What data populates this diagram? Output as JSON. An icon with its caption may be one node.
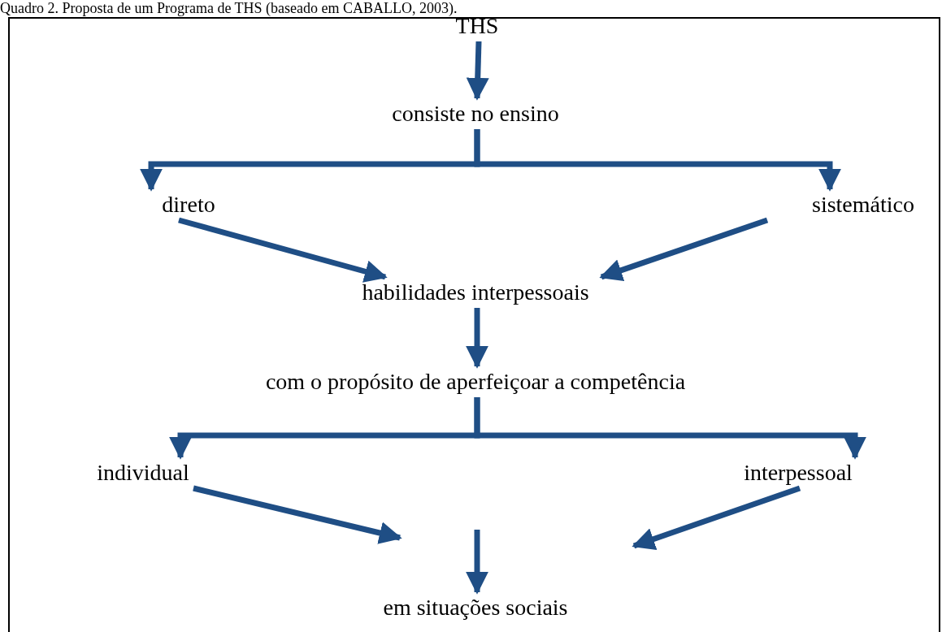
{
  "diagram": {
    "title": "Quadro 2. Proposta de um Programa de THS (baseado em CABALLO, 2003).",
    "nodes": [
      {
        "text": [
          "THS"
        ]
      },
      {
        "text": [
          "consiste no ensino"
        ]
      },
      {
        "text": [
          "direto"
        ]
      },
      {
        "text": [
          "sistemático"
        ]
      },
      {
        "text": [
          "habilidades interpessoais"
        ]
      },
      {
        "text": [
          "com o propósito de aperfeiçoar a competência"
        ]
      },
      {
        "text": [
          "individual"
        ]
      },
      {
        "text": [
          "interpessoal"
        ]
      },
      {
        "text": [
          "em situações sociais"
        ]
      }
    ],
    "edges": [
      {
        "from": 0,
        "to": 1,
        "arrow": "to"
      },
      {
        "from": 1,
        "to": 2,
        "arrow": "to"
      },
      {
        "from": 1,
        "to": 3,
        "arrow": "to"
      },
      {
        "from": 2,
        "to": 4,
        "arrow": "to"
      },
      {
        "from": 3,
        "to": 4,
        "arrow": "to"
      },
      {
        "from": 4,
        "to": 5,
        "arrow": "to"
      },
      {
        "from": 5,
        "to": 6,
        "arrow": "to"
      },
      {
        "from": 5,
        "to": 7,
        "arrow": "to"
      },
      {
        "from": 6,
        "to": null,
        "arrow": "to"
      },
      {
        "from": 7,
        "to": null,
        "arrow": "to"
      },
      {
        "from": null,
        "to": 8,
        "arrow": "to"
      }
    ]
  }
}
